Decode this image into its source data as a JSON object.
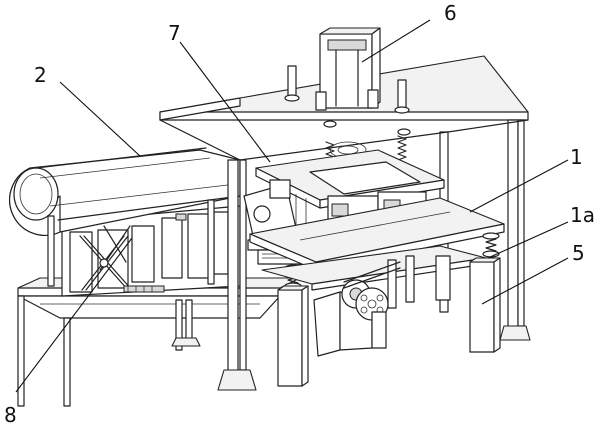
{
  "figure": {
    "labels": {
      "l1": "1",
      "l1a": "1a",
      "l2": "2",
      "l5": "5",
      "l6": "6",
      "l7": "7",
      "l8": "8"
    }
  }
}
